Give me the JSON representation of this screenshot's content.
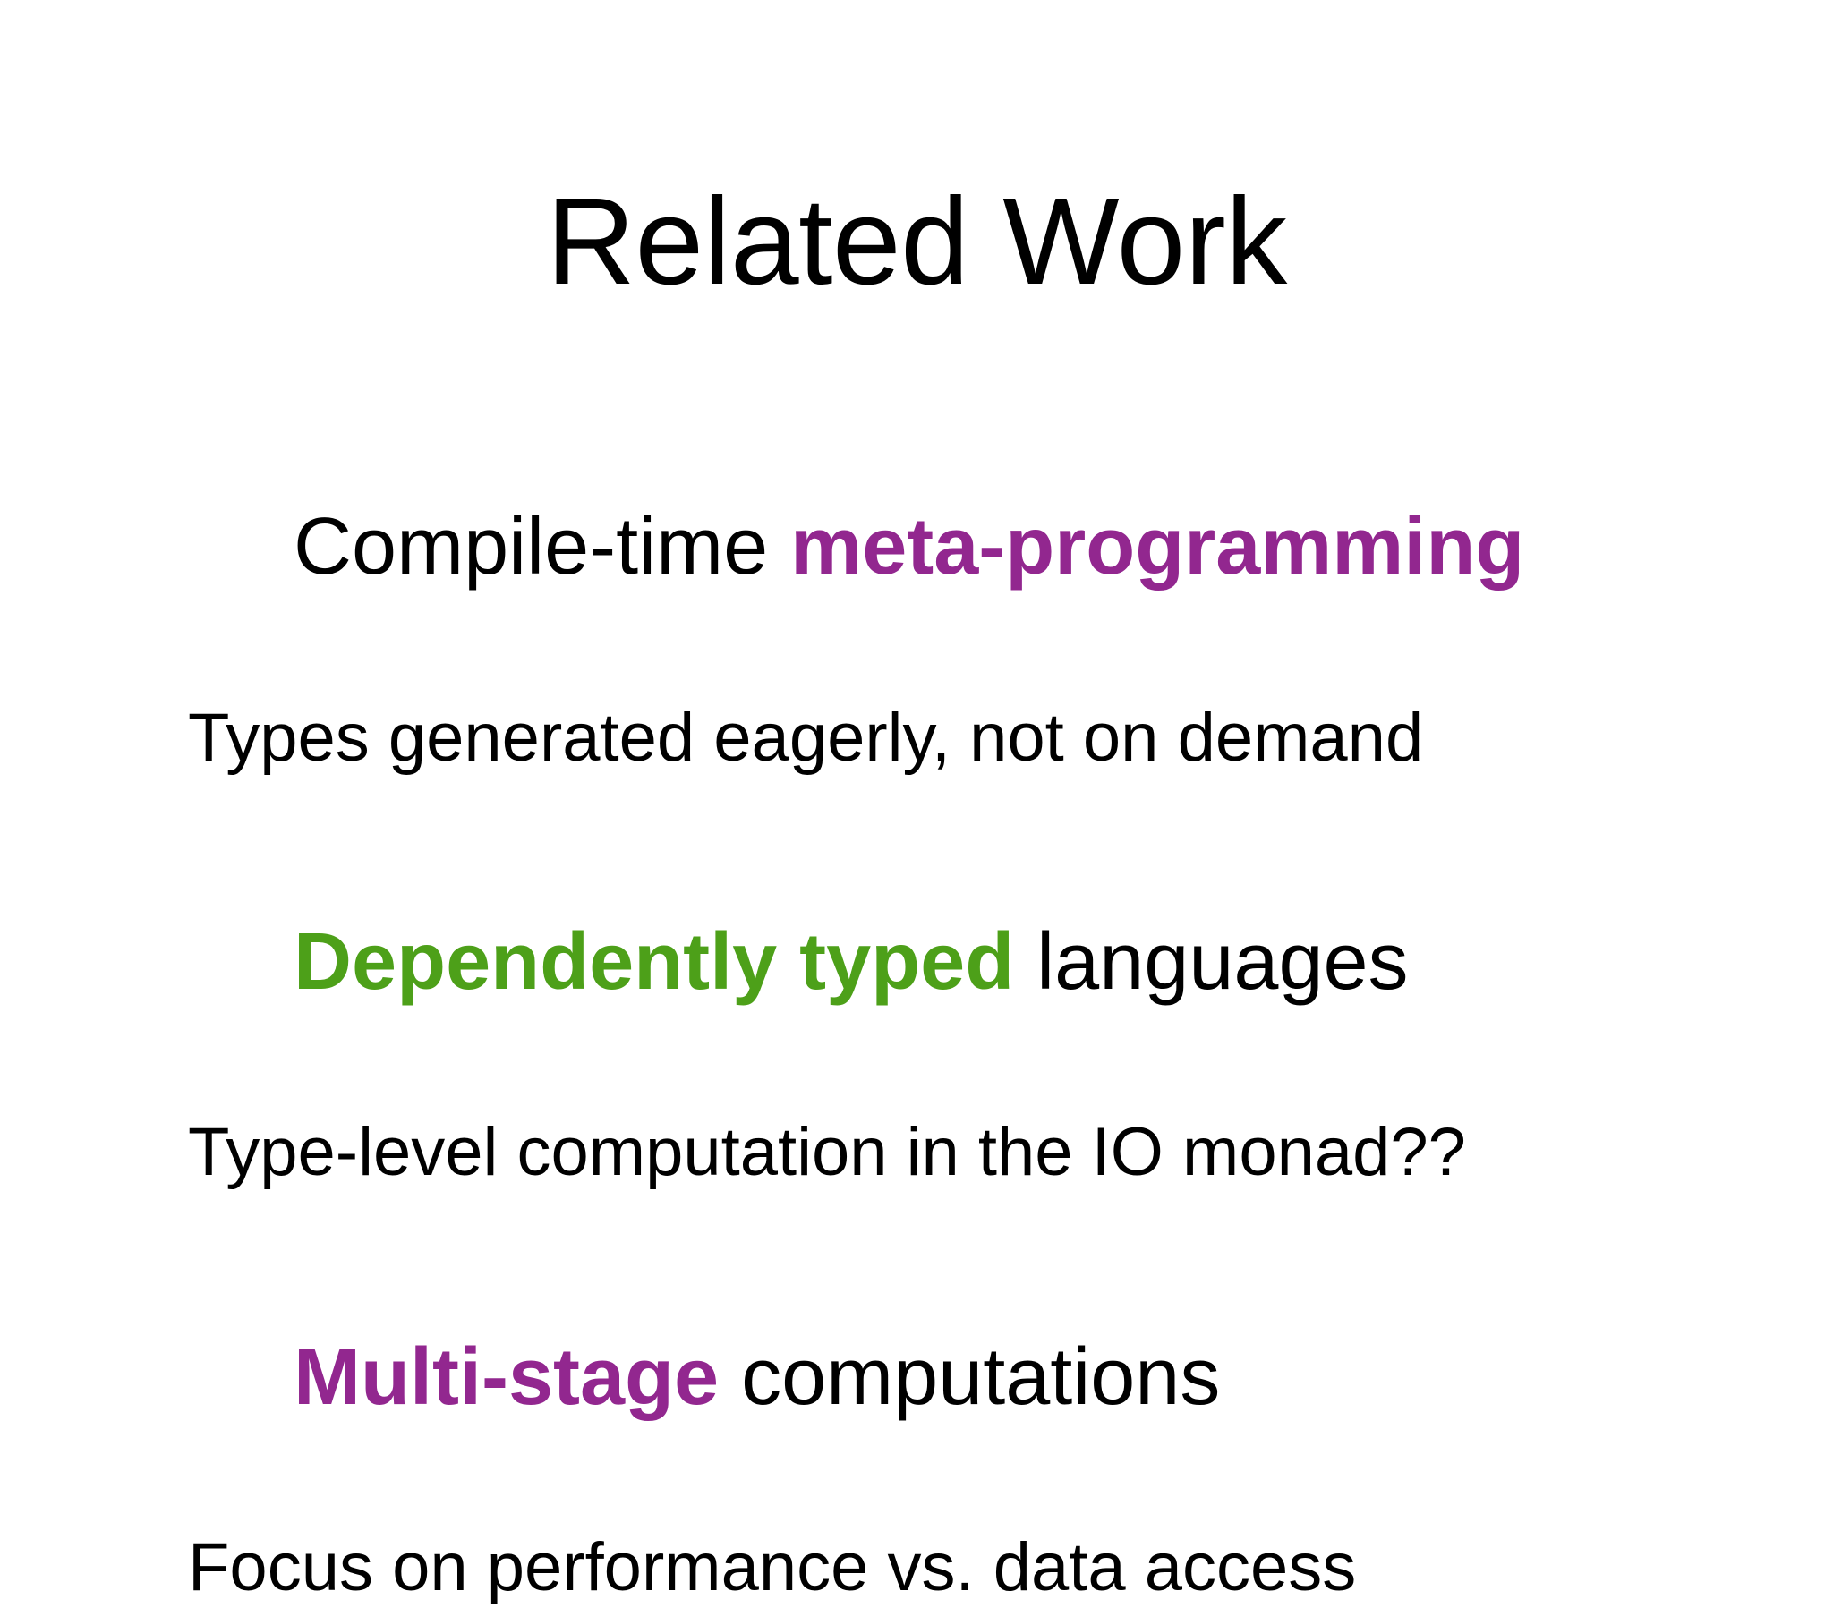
{
  "slide": {
    "title": "Related Work",
    "background_color": "#FFFFFF",
    "text_color": "#000000",
    "accent_purple": "#92278F",
    "accent_green": "#4DA019"
  },
  "bullets": [
    {
      "level1": {
        "full_text": "Compile-time meta-programming",
        "segments": [
          {
            "text": "Compile-time ",
            "style": "plain"
          },
          {
            "text": "meta-programming",
            "style": "em-purple"
          }
        ]
      },
      "level2": {
        "full_text": "Types generated eagerly, not on demand"
      }
    },
    {
      "level1": {
        "full_text": "Dependently typed languages",
        "segments": [
          {
            "text": "Dependently typed",
            "style": "em-green"
          },
          {
            "text": " languages",
            "style": "plain"
          }
        ]
      },
      "level2": {
        "full_text": "Type-level computation in the IO monad??"
      }
    },
    {
      "level1": {
        "full_text": "Multi-stage computations",
        "segments": [
          {
            "text": "Multi-stage",
            "style": "em-purple"
          },
          {
            "text": " computations",
            "style": "plain"
          }
        ]
      },
      "level2": {
        "full_text": "Focus on performance vs. data access"
      }
    }
  ]
}
